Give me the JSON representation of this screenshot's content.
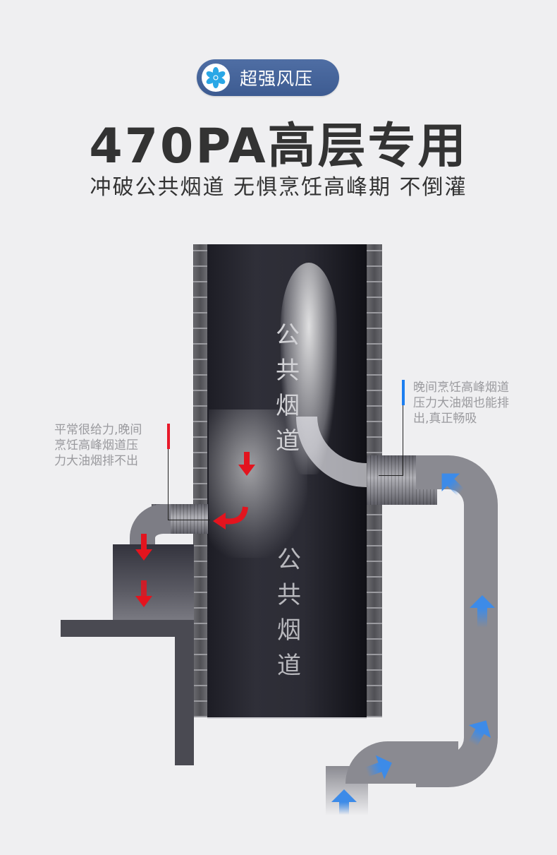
{
  "badge": {
    "icon": "fan-icon",
    "label": "超强风压",
    "bg_color": "#3f5d93",
    "icon_color": "#2aa7e6"
  },
  "headline": "470PA高层专用",
  "subline": "冲破公共烟道 无惧烹饪高峰期 不倒灌",
  "diagram": {
    "flue_label_top": [
      "公",
      "共",
      "烟",
      "道"
    ],
    "flue_label_bottom": [
      "公",
      "共",
      "烟",
      "道"
    ],
    "callout_left": {
      "lines": [
        "平常很给力,晚间",
        "烹饪高峰烟道压",
        "力大油烟排不出"
      ],
      "marker_color": "#e8192a"
    },
    "callout_right": {
      "lines": [
        "晚间烹饪高峰烟道",
        "压力大油烟也能排",
        "出,真正畅吸"
      ],
      "marker_color": "#1c7ef0"
    },
    "arrow_colors": {
      "backflow": "#e3141e",
      "exhaust": "#3d8be8"
    }
  }
}
